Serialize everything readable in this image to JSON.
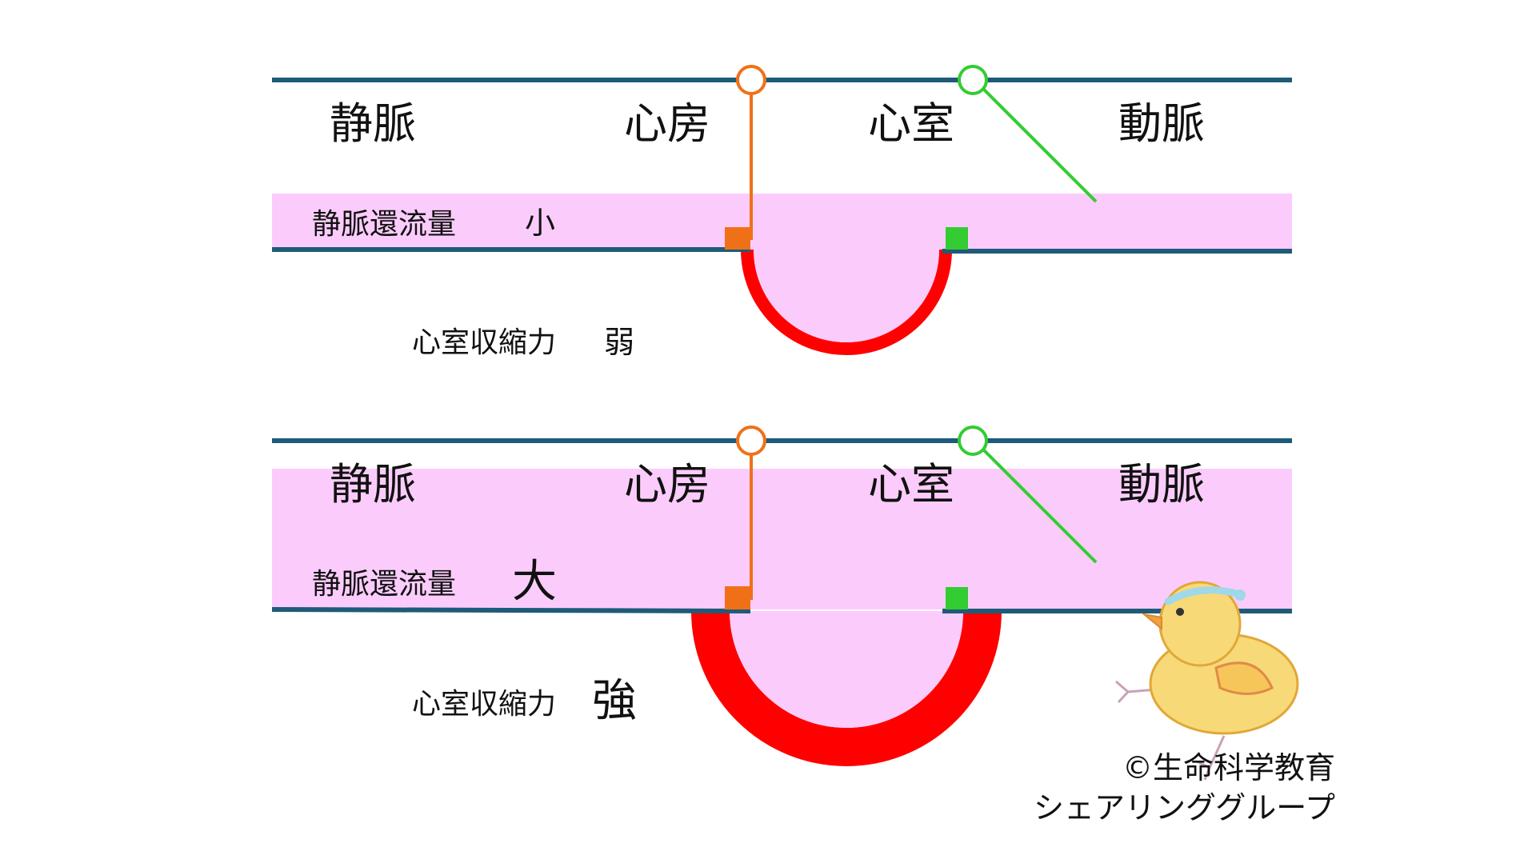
{
  "colors": {
    "vessel_line": "#1e5b78",
    "blood": "#fbccfb",
    "muscle": "#ff0000",
    "atrial_valve": "#f07018",
    "ventricular_valve": "#33cc33"
  },
  "labels": {
    "vein": "静脈",
    "atrium": "心房",
    "ventricle": "心室",
    "artery": "動脈"
  },
  "panel_top": {
    "venous_return_label": "静脈還流量",
    "venous_return_level": "小",
    "contractility_label": "心室収縮力",
    "contractility_level": "弱"
  },
  "panel_bottom": {
    "venous_return_label": "静脈還流量",
    "venous_return_level": "大",
    "contractility_label": "心室収縮力",
    "contractility_level": "強"
  },
  "credit": {
    "line1": "©生命科学教育",
    "line2": "シェアリンググループ"
  },
  "icons": {
    "mascot": "chick-mascot-icon",
    "atrial_valve": "valve-hinge-icon",
    "ventricular_valve": "valve-hinge-icon"
  }
}
